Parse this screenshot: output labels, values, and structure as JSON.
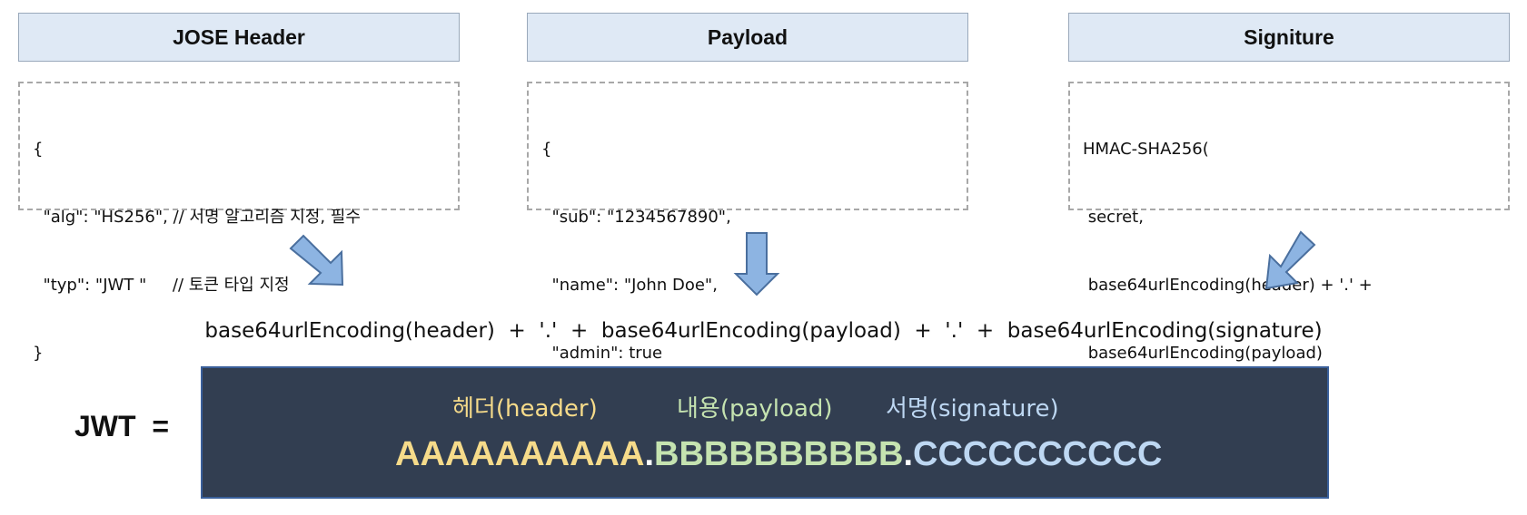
{
  "columns": [
    {
      "title": "JOSE Header",
      "lines": [
        "{",
        "  \"alg\": \"HS256\", // 서명 알고리즘 지정, 필수",
        "  \"typ\": \"JWT \"     // 토큰 타입 지정",
        "}"
      ]
    },
    {
      "title": "Payload",
      "lines": [
        "{",
        "  \"sub\": \"1234567890\",",
        "  \"name\": \"John Doe\",",
        "  \"admin\": true",
        "}"
      ]
    },
    {
      "title": "Signiture",
      "lines": [
        "HMAC-SHA256(",
        " secret,",
        " base64urlEncoding(header) + '.' +",
        " base64urlEncoding(payload)",
        ")"
      ]
    }
  ],
  "formula": "base64urlEncoding(header)  +  '.'  +  base64urlEncoding(payload)  +  '.'  +  base64urlEncoding(signature)",
  "jwt": {
    "label": "JWT  =",
    "parts": [
      {
        "label": "헤더(header)",
        "token": "AAAAAAAAAA",
        "color": "#f6db8a"
      },
      {
        "label": "내용(payload)",
        "token": "BBBBBBBBBB",
        "color": "#c5e3b0"
      },
      {
        "label": "서명(signature)",
        "token": "CCCCCCCCCC",
        "color": "#bdd7f2"
      }
    ],
    "separator": "."
  },
  "colors": {
    "header_fill": "#dfe9f5",
    "arrow_fill": "#8db4e2",
    "arrow_stroke": "#4a6f9e",
    "panel_fill": "#323e51"
  }
}
